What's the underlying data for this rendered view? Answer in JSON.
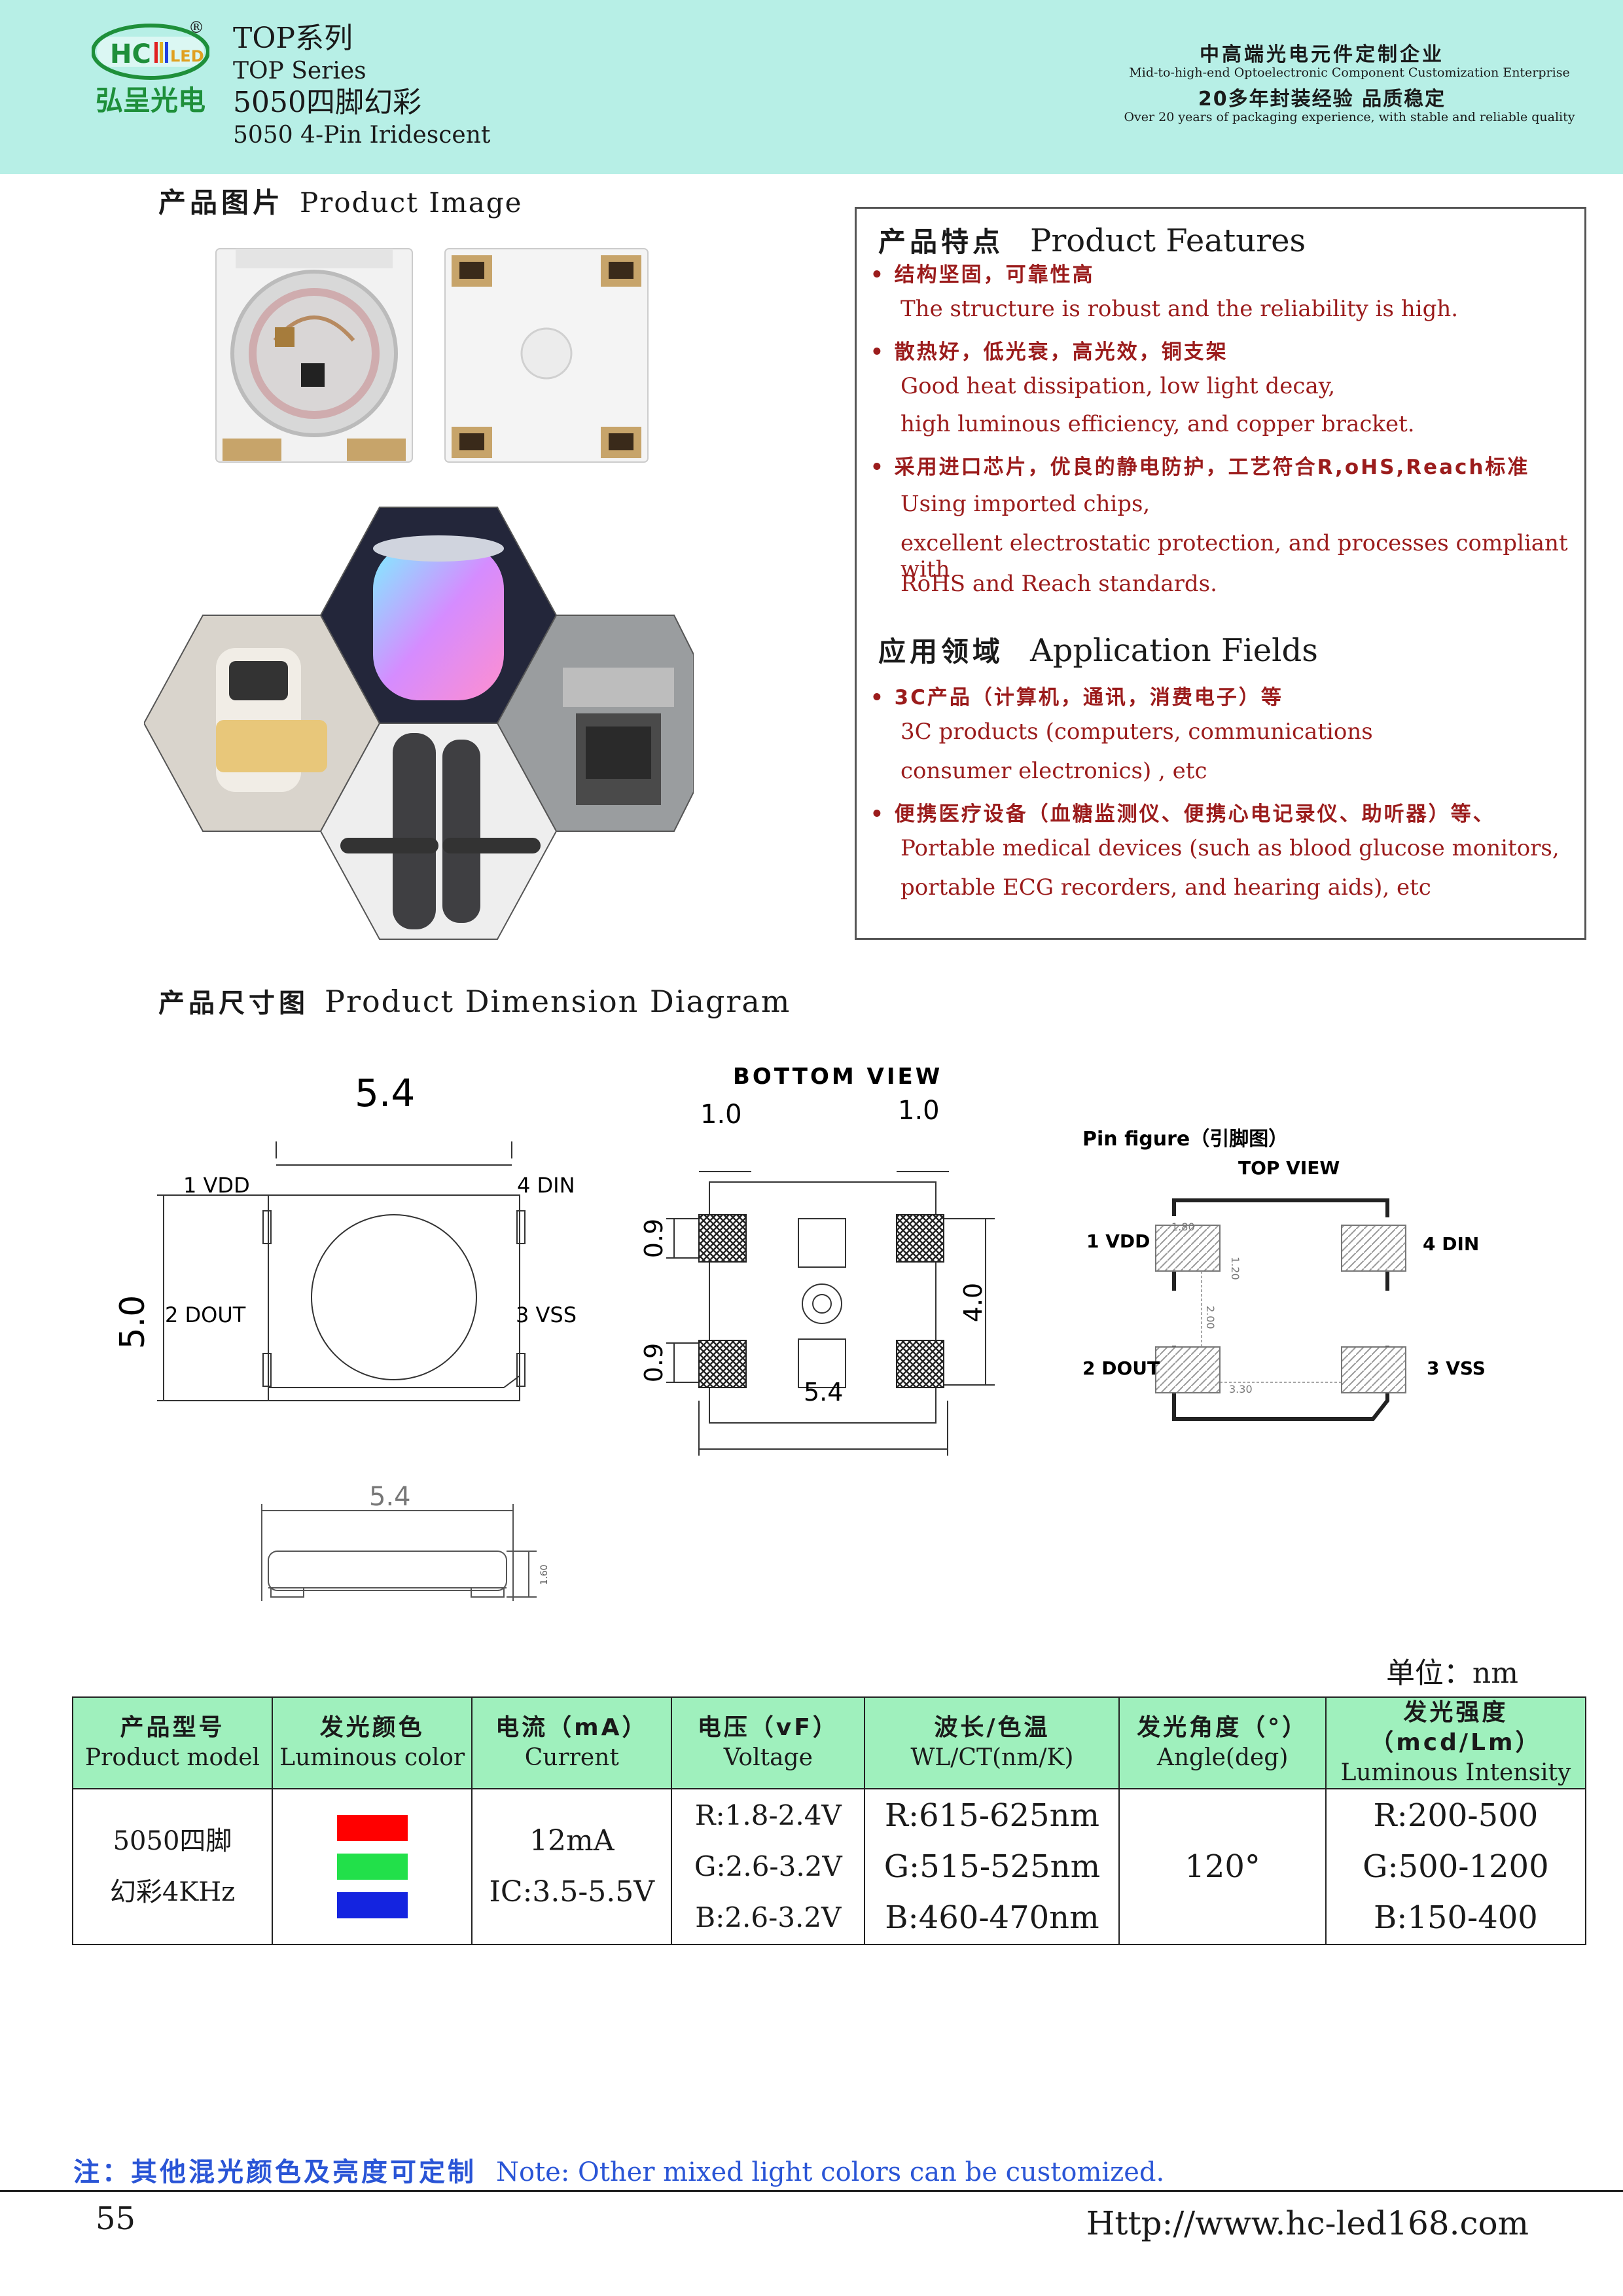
{
  "header": {
    "logo_mark": "HC LED",
    "logo_registered": "®",
    "logo_cn": "弘呈光电",
    "series_cn": "TOP系列",
    "series_en": "TOP  Series",
    "product_cn": "5050四脚幻彩",
    "product_en": "5050 4-Pin Iridescent",
    "company_cn": "中高端光电元件定制企业",
    "company_en": "Mid-to-high-end Optoelectronic Component Customization Enterprise",
    "experience_cn": "20多年封装经验 品质稳定",
    "experience_en": "Over 20 years of packaging experience, with stable and reliable quality"
  },
  "product_image": {
    "title_cn": "产品图片",
    "title_en": "Product Image"
  },
  "features": {
    "title_cn": "产品特点",
    "title_en": "Product Features",
    "items": [
      {
        "cn": "结构坚固，可靠性高",
        "en": [
          "The structure is robust and the reliability is high."
        ]
      },
      {
        "cn": "散热好，低光衰，高光效，铜支架",
        "en": [
          "Good heat dissipation, low light decay,",
          "high luminous efficiency, and copper bracket."
        ]
      },
      {
        "cn": "采用进口芯片，优良的静电防护，工艺符合R,oHS,Reach标准",
        "en": [
          "Using imported chips,",
          "excellent electrostatic protection, and processes compliant with",
          "RoHS and Reach standards."
        ]
      }
    ]
  },
  "applications": {
    "title_cn": "应用领域",
    "title_en": "Application Fields",
    "items": [
      {
        "cn": "3C产品（计算机，通讯，消费电子）等",
        "en": [
          "3C products (computers, communications",
          "consumer electronics) , etc"
        ]
      },
      {
        "cn": "便携医疗设备（血糖监测仪、便携心电记录仪、助听器）等、",
        "en": [
          "Portable medical devices (such as blood glucose monitors,",
          "portable ECG recorders, and hearing aids), etc"
        ]
      }
    ]
  },
  "dimension": {
    "title_cn": "产品尺寸图",
    "title_en": "Product Dimension Diagram",
    "top": {
      "width": "5.4",
      "height": "5.0",
      "pin1": "1 VDD",
      "pin2": "2 DOUT",
      "pin3": "3 VSS",
      "pin4": "4 DIN"
    },
    "bottom": {
      "title": "BOTTOM VIEW",
      "left_gap": "1.0",
      "right_gap": "1.0",
      "pad_h_top": "0.9",
      "pad_h_bottom": "0.9",
      "height": "4.0",
      "width": "5.4"
    },
    "side": {
      "width": "5.4",
      "thickness": "1.60"
    },
    "pin_figure": {
      "title": "Pin figure（引脚图）",
      "subtitle": "TOP  VIEW",
      "pin1": "1 VDD",
      "pin2": "2 DOUT",
      "pin3": "3 VSS",
      "pin4": "4 DIN",
      "dim_a": "1.80",
      "dim_b": "1.20",
      "dim_c": "2.00",
      "dim_d": "3.30"
    }
  },
  "unit": "单位：nm",
  "table": {
    "headers": [
      {
        "cn": "产品型号",
        "en": "Product model"
      },
      {
        "cn": "发光颜色",
        "en": "Luminous color"
      },
      {
        "cn": "电流（mA）",
        "en": "Current"
      },
      {
        "cn": "电压（vF）",
        "en": "Voltage"
      },
      {
        "cn": "波长/色温",
        "en": "WL/CT(nm/K)"
      },
      {
        "cn": "发光角度（°）",
        "en": "Angle(deg)"
      },
      {
        "cn": "发光强度（mcd/Lm）",
        "en": "Luminous Intensity"
      }
    ],
    "row": {
      "model_line1": "5050四脚",
      "model_line2": "幻彩4KHz",
      "colors": [
        "#ff0000",
        "#22e04a",
        "#1424e0"
      ],
      "current_line1": "12mA",
      "current_line2": "IC:3.5-5.5V",
      "voltage": [
        "R:1.8-2.4V",
        "G:2.6-3.2V",
        "B:2.6-3.2V"
      ],
      "wavelength": [
        "R:615-625nm",
        "G:515-525nm",
        "B:460-470nm"
      ],
      "angle": "120°",
      "intensity": [
        "R:200-500",
        "G:500-1200",
        "B:150-400"
      ]
    }
  },
  "note": {
    "cn": "注：其他混光颜色及亮度可定制",
    "en": "Note: Other mixed light colors can be customized."
  },
  "footer": {
    "page": "55",
    "url": "Http://www.hc-led168.com"
  }
}
